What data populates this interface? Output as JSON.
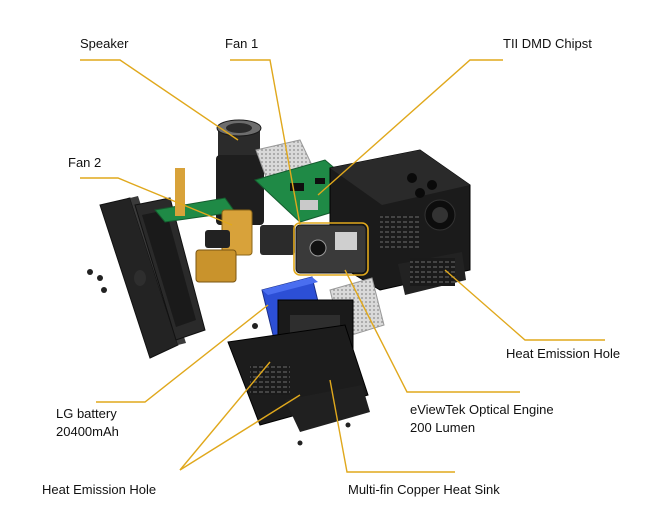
{
  "labels": {
    "speaker": "Speaker",
    "fan1": "Fan 1",
    "dmd": "TII DMD Chipst",
    "fan2": "Fan 2",
    "heat_hole_right": "Heat Emission Hole",
    "battery_l1": "LG battery",
    "battery_l2": "20400mAh",
    "optical_l1": "eViewTek Optical Engine",
    "optical_l2": "200 Lumen",
    "heat_hole_bottom": "Heat Emission Hole",
    "heat_sink": "Multi-fin Copper Heat Sink"
  },
  "colors": {
    "leader": "#e0a81c",
    "pcb": "#1f8a46",
    "battery_blue": "#2c4fd6",
    "dark_part": "#1e1e1e",
    "mesh": "#bdbdbd",
    "gold": "#d8a23a"
  }
}
